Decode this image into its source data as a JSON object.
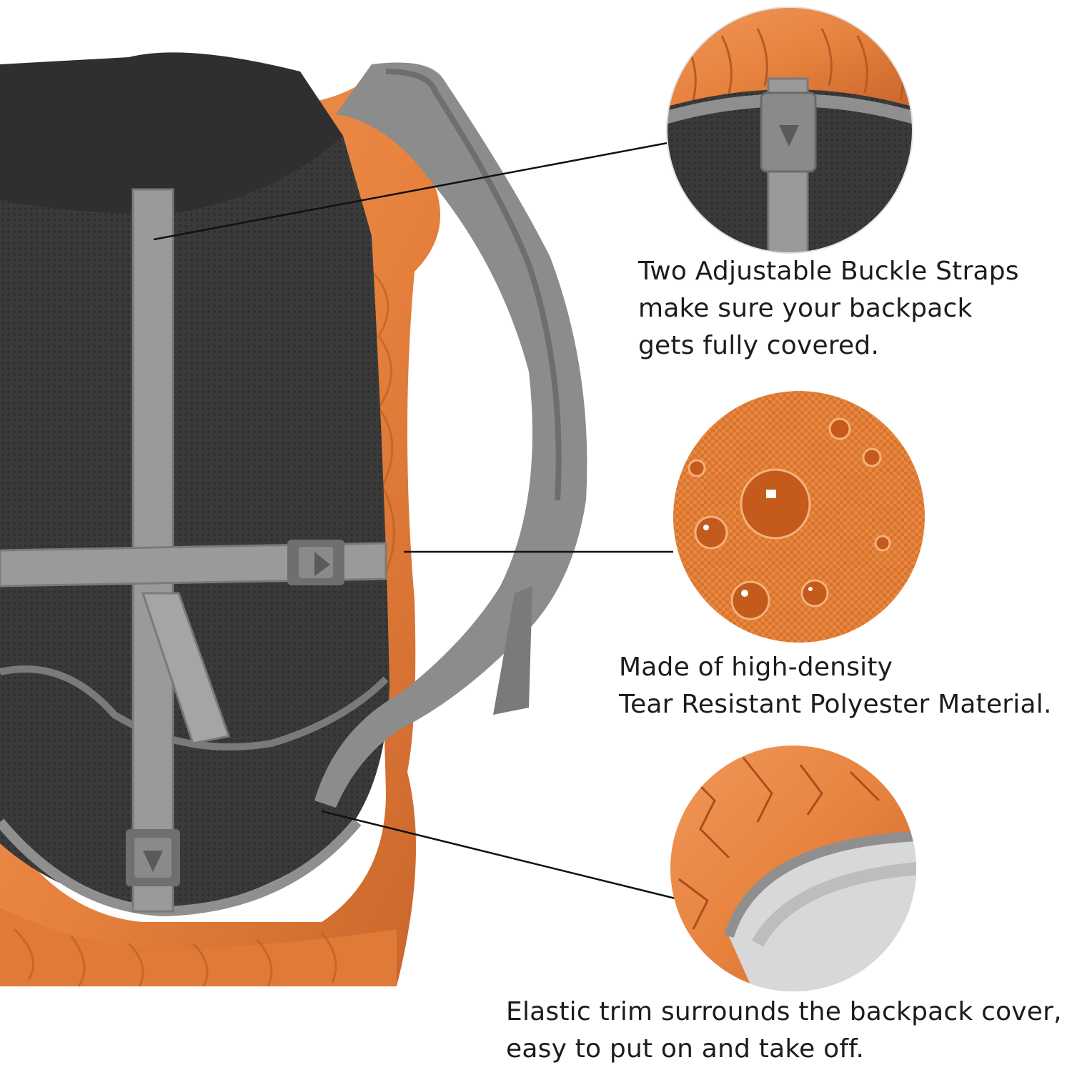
{
  "image_description_free": true,
  "features": [
    {
      "id": "buckle-straps",
      "lines": [
        "Two Adjustable Buckle Straps",
        "make sure your backpack",
        "gets fully covered."
      ]
    },
    {
      "id": "material",
      "lines": [
        "Made of high-density",
        "Tear Resistant Polyester Material."
      ]
    },
    {
      "id": "elastic-trim",
      "lines": [
        "Elastic trim surrounds the backpack cover,",
        "easy to put on and take off."
      ]
    }
  ],
  "colors": {
    "cover_orange": "#e8833f",
    "cover_orange_dark": "#c9652a",
    "strap_gray": "#8f8f8f",
    "mesh_dark": "#3a3a3a",
    "text": "#1c1c1c"
  }
}
